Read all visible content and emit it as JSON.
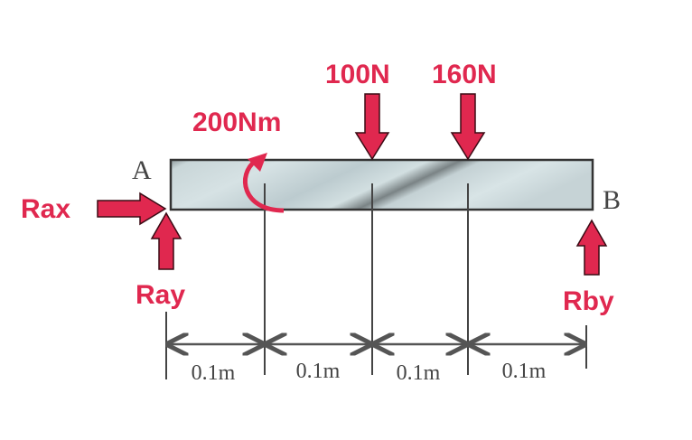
{
  "colors": {
    "force": "#e0284f",
    "dimension": "#555555",
    "beam_edge": "#333333",
    "beam_fill": "#b8c8cc"
  },
  "labels": {
    "point_a": "A",
    "point_b": "B",
    "moment": "200Nm",
    "load_1": "100N",
    "load_2": "160N",
    "reaction_ax": "Rax",
    "reaction_ay": "Ray",
    "reaction_by": "Rby"
  },
  "dimensions": [
    "0.1m",
    "0.1m",
    "0.1m",
    "0.1m"
  ]
}
